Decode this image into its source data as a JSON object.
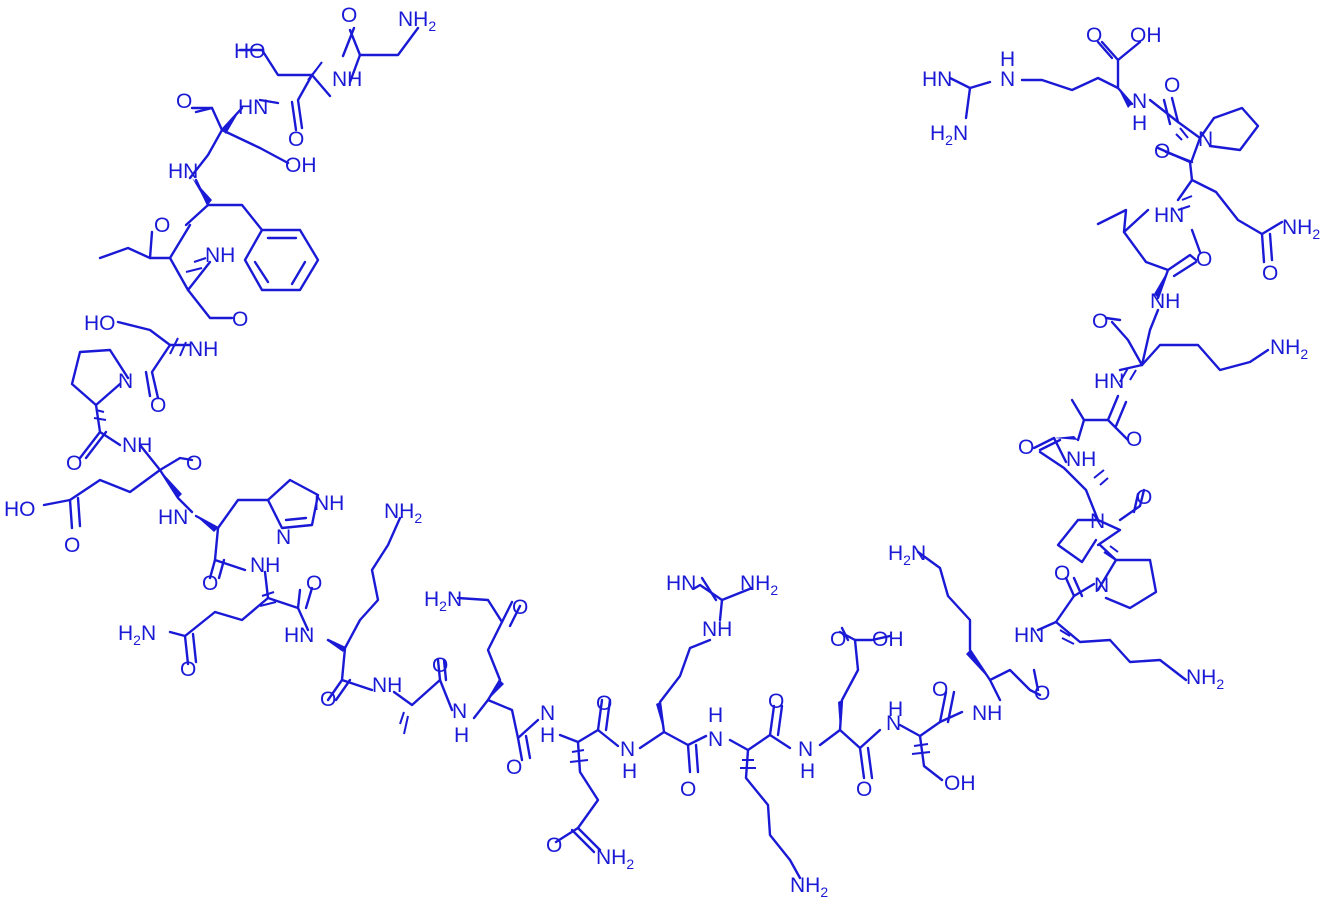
{
  "colors": {
    "ink": "#1a1ad6",
    "background": "#ffffff"
  },
  "labels": {
    "nh2": "NH",
    "h2n": "N",
    "h2_sub": "2",
    "h2_prefix": "H",
    "h2": "2",
    "nh": "NH",
    "hn": "HN",
    "n": "N",
    "h": "H",
    "o": "O",
    "oh": "OH",
    "ho": "HO",
    "cooh": "OH",
    "imine": "HN"
  }
}
